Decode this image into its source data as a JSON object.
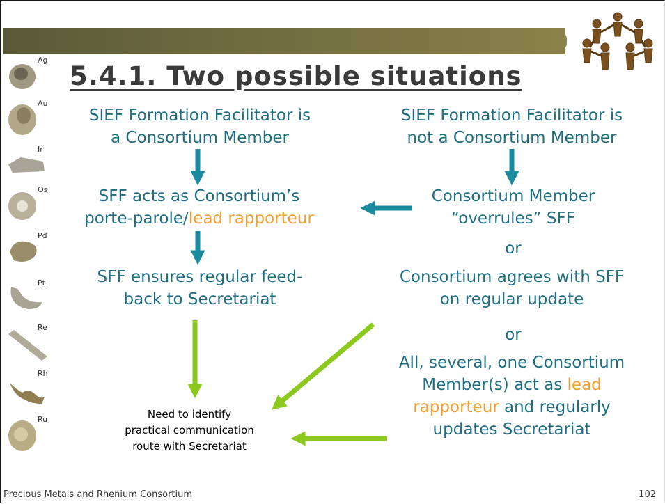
{
  "slide": {
    "title": "5.4.1. Two possible situations",
    "footer_left": "Precious Metals and Rhenium Consortium",
    "page_number": "102"
  },
  "metals": [
    "Ag",
    "Au",
    "Ir",
    "Os",
    "Pd",
    "Pt",
    "Re",
    "Rh",
    "Ru"
  ],
  "left_column": {
    "case_header": [
      "SIEF Formation Facilitator is",
      "a Consortium Member"
    ],
    "acts_line1": "SFF acts as Consortium’s",
    "acts_line2_prefix": "porte-parole/",
    "acts_line2_highlight": "lead rapporteur",
    "feedback": [
      "SFF ensures regular feed-",
      "back to Secretariat"
    ]
  },
  "right_column": {
    "case_header": [
      "SIEF Formation Facilitator is",
      "not a Consortium Member"
    ],
    "overrule": [
      "Consortium Member",
      "“overrules” SFF"
    ],
    "or_label": "or",
    "agree": [
      "Consortium agrees with SFF",
      "on regular update"
    ],
    "all_line1": "All, several, one Consortium",
    "all_line2_prefix": "Member(s) act as ",
    "all_line2_highlight": "lead",
    "all_line3_highlight": "rapporteur",
    "all_line3_suffix": " and regularly",
    "all_line4": "updates Secretariat"
  },
  "outcome": [
    "Need to identify",
    "practical communication",
    "route with Secretariat"
  ],
  "colors": {
    "teal_text": "#1e6e80",
    "arrow_teal": "#1a8a9e",
    "arrow_green": "#8cc81e",
    "highlight": "#f0a030"
  }
}
